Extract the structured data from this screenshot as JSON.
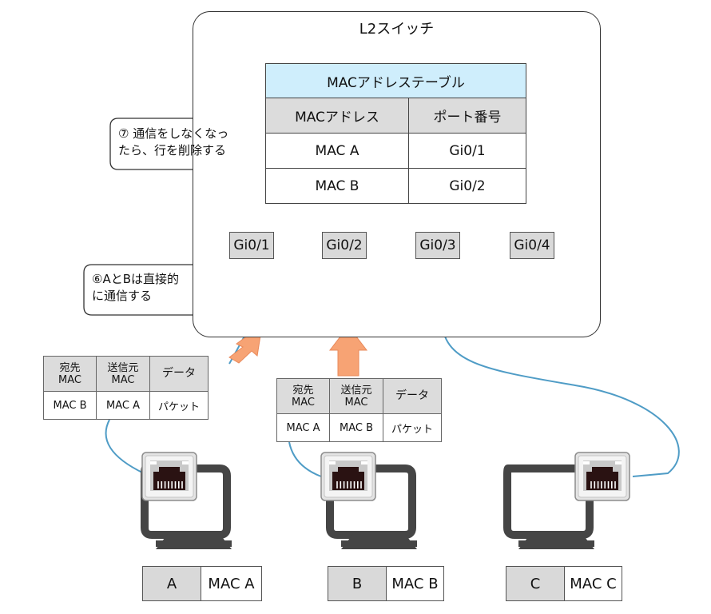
{
  "switch": {
    "title": "L2スイッチ",
    "table": {
      "title": "MACアドレステーブル",
      "headers": [
        "MACアドレス",
        "ポート番号"
      ],
      "rows": [
        [
          "MAC A",
          "Gi0/1"
        ],
        [
          "MAC B",
          "Gi0/2"
        ]
      ]
    },
    "ports": [
      "Gi0/1",
      "Gi0/2",
      "Gi0/3",
      "Gi0/4"
    ]
  },
  "callouts": {
    "step7": [
      "⑦ 通信をしなくなっ",
      "たら、行を削除する"
    ],
    "step6": [
      "⑥AとBは直接的",
      "に通信する"
    ]
  },
  "frames": {
    "a": {
      "headers": [
        "宛先\nMAC",
        "送信元\nMAC",
        "データ"
      ],
      "values": [
        "MAC B",
        "MAC A",
        "パケット"
      ]
    },
    "b": {
      "headers": [
        "宛先\nMAC",
        "送信元\nMAC",
        "データ"
      ],
      "values": [
        "MAC A",
        "MAC B",
        "パケット"
      ]
    }
  },
  "pcs": [
    {
      "name": "A",
      "mac": "MAC A"
    },
    {
      "name": "B",
      "mac": "MAC B"
    },
    {
      "name": "C",
      "mac": "MAC C"
    }
  ],
  "colors": {
    "cable": "#4f9cc6",
    "link_arrow": "#e87722",
    "flow_arrow": "#f7a374",
    "table_title_bg": "#cfeefc",
    "header_bg": "#dcdcdc"
  }
}
